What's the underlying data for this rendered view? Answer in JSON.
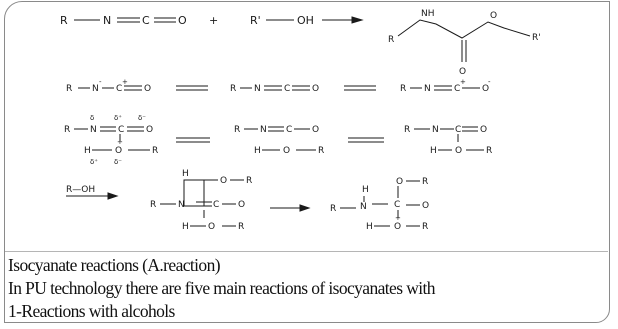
{
  "scheme": {
    "row1": {
      "lhs_r": "R",
      "lhs_n": "N",
      "lhs_c": "C",
      "lhs_o": "O",
      "plus": "+",
      "alcohol_r": "R'",
      "alcohol_oh": "OH",
      "product_r": "R",
      "product_nh": "NH",
      "product_o": "O",
      "product_o2": "O",
      "product_r2": "R'"
    },
    "row2": {
      "atoms": [
        "R",
        "N",
        "C",
        "O",
        "R",
        "N",
        "C",
        "O",
        "R",
        "N",
        "C",
        "O"
      ],
      "charges": [
        "-",
        "+",
        "+",
        "-"
      ]
    },
    "row3": {
      "atoms": [
        "R",
        "N",
        "C",
        "O",
        "H",
        "O",
        "R",
        "R",
        "N",
        "C",
        "O",
        "H",
        "O",
        "R",
        "R",
        "N",
        "C",
        "O",
        "H",
        "O",
        "R"
      ],
      "partial_charges": [
        "δ",
        "δ⁺",
        "δ⁻",
        "δ⁺",
        "δ⁻"
      ],
      "plus_mark": "+"
    },
    "row4": {
      "reagent": "R—OH",
      "atoms": [
        "H",
        "O",
        "R",
        "R",
        "N",
        "C",
        "O",
        "H",
        "O",
        "R",
        "H",
        "O",
        "R",
        "R",
        "N",
        "C",
        "O",
        "H",
        "O",
        "R"
      ],
      "plus_mark": "+"
    }
  },
  "caption": {
    "line1": "Isocyanate reactions (A.reaction)",
    "line2": "In PU technology there are five main reactions of isocyanates with",
    "line3": "1-Reactions with alcohols"
  }
}
